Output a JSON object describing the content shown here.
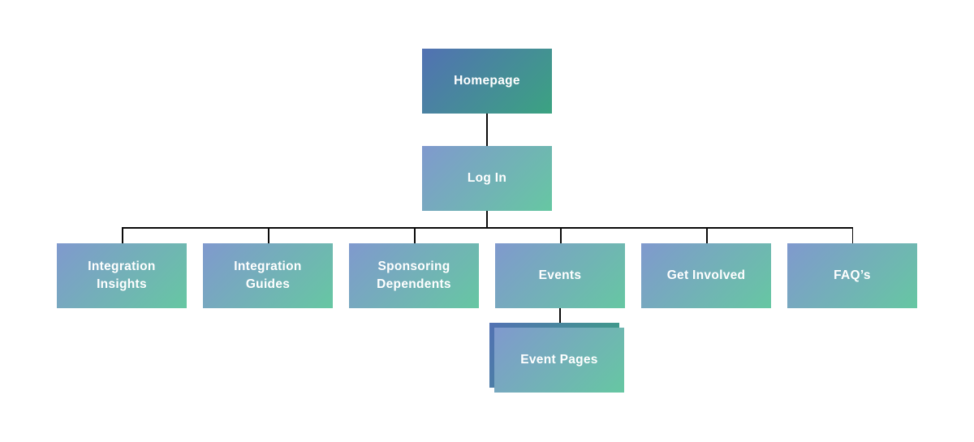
{
  "colors": {
    "background": "#ffffff",
    "node_dark_start": "#5271b3",
    "node_dark_end": "#3ba381",
    "node_light_start": "#8099ce",
    "node_light_end": "#66c7a2",
    "connector": "#0a0a0a",
    "label_text": "#ffffff"
  },
  "nodes": {
    "homepage": {
      "label": "Homepage"
    },
    "login": {
      "label": "Log In"
    },
    "level3": [
      {
        "label": "Integration Insights"
      },
      {
        "label": "Integration Guides"
      },
      {
        "label": "Sponsoring Dependents"
      },
      {
        "label": "Events"
      },
      {
        "label": "Get Involved"
      },
      {
        "label": "FAQ’s"
      }
    ],
    "event_pages": {
      "label": "Event Pages"
    }
  }
}
